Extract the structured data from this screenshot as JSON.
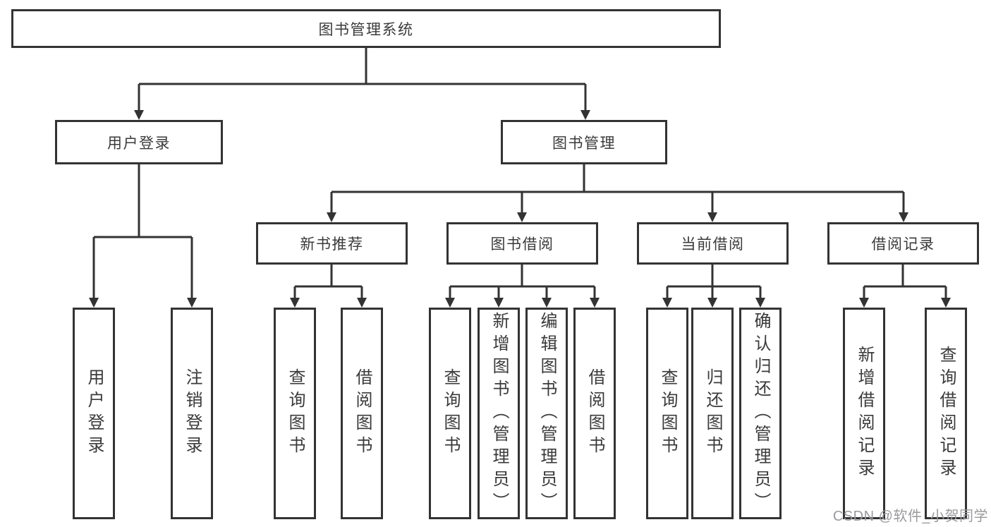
{
  "tree": {
    "label": "图书管理系统",
    "children": [
      {
        "label": "用户登录",
        "children": [
          {
            "label": "用户登录"
          },
          {
            "label": "注销登录"
          }
        ]
      },
      {
        "label": "图书管理",
        "children": [
          {
            "label": "新书推荐",
            "children": [
              {
                "label": "查询图书"
              },
              {
                "label": "借阅图书"
              }
            ]
          },
          {
            "label": "图书借阅",
            "children": [
              {
                "label": "查询图书"
              },
              {
                "label": "新增图书（管理员）"
              },
              {
                "label": "编辑图书（管理员）"
              },
              {
                "label": "借阅图书"
              }
            ]
          },
          {
            "label": "当前借阅",
            "children": [
              {
                "label": "查询图书"
              },
              {
                "label": "归还图书"
              },
              {
                "label": "确认归还（管理员）"
              }
            ]
          },
          {
            "label": "借阅记录",
            "children": [
              {
                "label": "新增借阅记录"
              },
              {
                "label": "查询借阅记录"
              }
            ]
          }
        ]
      }
    ]
  },
  "watermark": {
    "text": "CSDN @软件_小贺同学"
  },
  "colors": {
    "line": "#333333",
    "text": "#3a3a3a",
    "box_background": "#ffffff",
    "page_background": "#ffffff",
    "watermark": "#9b999d"
  }
}
